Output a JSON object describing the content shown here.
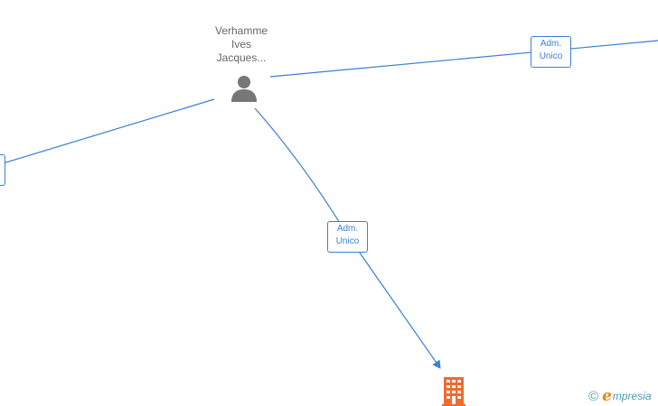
{
  "person": {
    "name_lines": [
      "Verhamme",
      "Ives",
      "Jacques..."
    ],
    "icon": "person-icon"
  },
  "edges": [
    {
      "id": "edge-right",
      "label_lines": [
        "Adm.",
        "Unico"
      ]
    },
    {
      "id": "edge-center",
      "label_lines": [
        "Adm.",
        "Unico"
      ]
    },
    {
      "id": "edge-left",
      "label_lines": []
    }
  ],
  "company": {
    "icon": "building-icon"
  },
  "watermark": {
    "copyright_symbol": "©",
    "brand_initial": "e",
    "brand_rest": "mpresia"
  },
  "colors": {
    "edge": "#3b7fd4",
    "person_icon": "#777777",
    "company_icon": "#f26a2e",
    "text": "#666666",
    "brand_orange": "#e8860c",
    "brand_teal": "#4a9bb5"
  }
}
